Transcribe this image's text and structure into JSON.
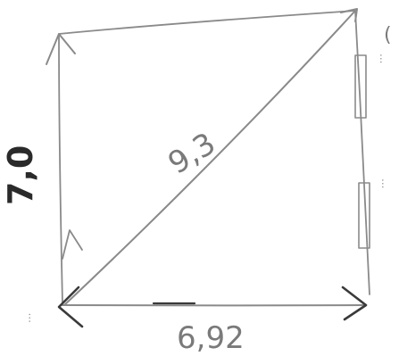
{
  "sketch": {
    "diagonal_label": "9,3",
    "bottom_label": "6,92",
    "left_label": "7,0",
    "left_small_text": "...",
    "right_top_label": "...",
    "right_bottom_label": "...",
    "corner_mark": "("
  }
}
